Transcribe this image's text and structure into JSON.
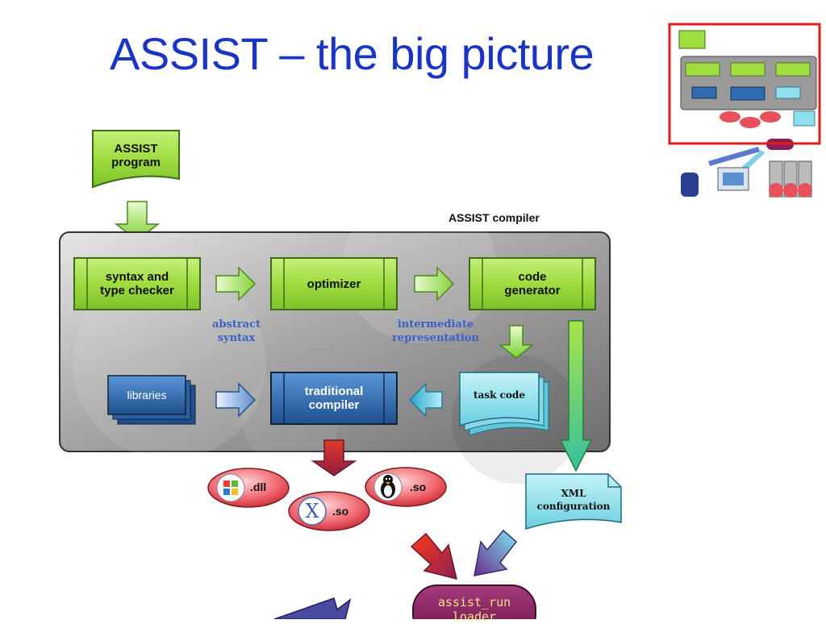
{
  "slide": {
    "title": "ASSIST – the big picture"
  },
  "program": {
    "label": "ASSIST\nprogram"
  },
  "compiler": {
    "title": "ASSIST compiler",
    "stages": [
      {
        "id": "syntax",
        "label": "syntax and\ntype checker"
      },
      {
        "id": "optimizer",
        "label": "optimizer"
      },
      {
        "id": "codegen",
        "label": "code\ngenerator"
      }
    ],
    "abstract_syntax": "abstract\nsyntax",
    "intermediate": "intermediate\nrepresentation",
    "libraries": "libraries",
    "traditional_compiler": "traditional\ncompiler",
    "task_code": "task code"
  },
  "outputs": {
    "windows": ".dll",
    "linux": ".so",
    "macos": ".so",
    "macos_glyph": "X"
  },
  "xml_config": "XML\nconfiguration",
  "loader": "assist_run\nloader",
  "colors": {
    "title": "#1a35c4",
    "green": "#9fdc3f",
    "blue": "#2f6bb0",
    "cyan": "#8fe0ee",
    "red_oval": "#e8505a",
    "loader": "#8a1f5c",
    "thumbnail_frame": "#e01b1b"
  }
}
